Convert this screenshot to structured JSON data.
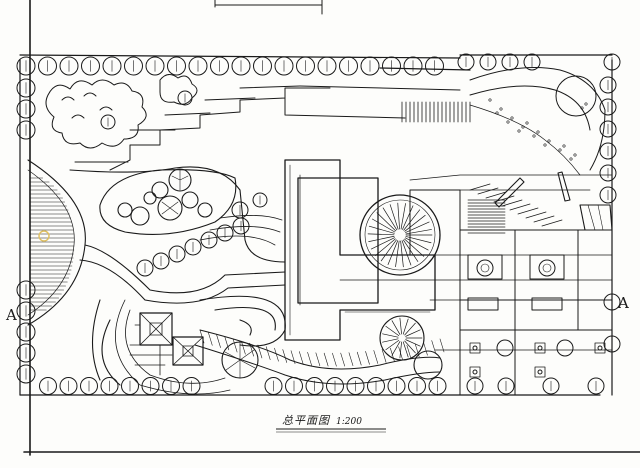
{
  "plan": {
    "title": "总平面图",
    "scale": "1:200",
    "section_mark_left": "A",
    "section_mark_right": "A"
  },
  "colors": {
    "ink": "#1a1a1a",
    "paper": "#fdfdfb",
    "accent": "#e0c060"
  }
}
